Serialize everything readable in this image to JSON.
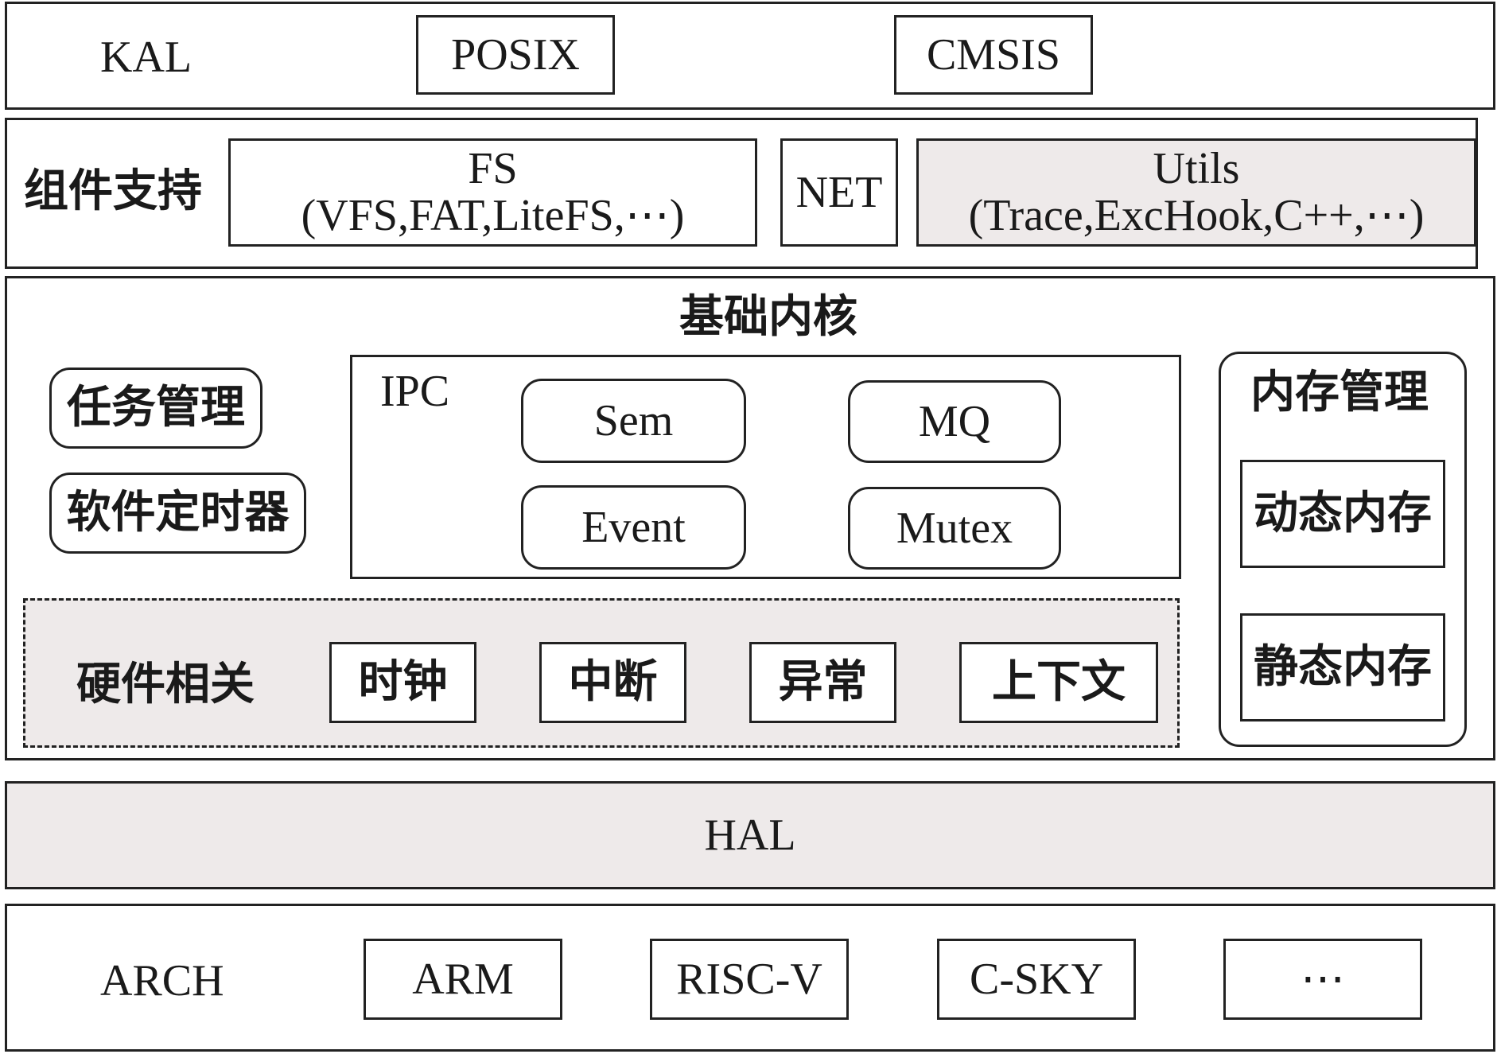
{
  "kal": {
    "label": "KAL",
    "items": [
      "POSIX",
      "CMSIS"
    ]
  },
  "components": {
    "label": "组件支持",
    "fs": {
      "title": "FS",
      "detail": "(VFS,FAT,LiteFS,⋯)"
    },
    "net": "NET",
    "utils": {
      "title": "Utils",
      "detail": "(Trace,ExcHook,C++,⋯)"
    }
  },
  "kernel": {
    "title": "基础内核",
    "task": "任务管理",
    "timer": "软件定时器",
    "ipc": {
      "label": "IPC",
      "items": [
        "Sem",
        "MQ",
        "Event",
        "Mutex"
      ]
    },
    "memory": {
      "title": "内存管理",
      "items": [
        "动态内存",
        "静态内存"
      ]
    },
    "hardware": {
      "label": "硬件相关",
      "items": [
        "时钟",
        "中断",
        "异常",
        "上下文"
      ]
    }
  },
  "hal": {
    "label": "HAL"
  },
  "arch": {
    "label": "ARCH",
    "items": [
      "ARM",
      "RISC-V",
      "C-SKY",
      "⋯"
    ]
  },
  "colors": {
    "border": "#222222",
    "shaded_fill": "#eeeaea",
    "background": "#ffffff"
  }
}
